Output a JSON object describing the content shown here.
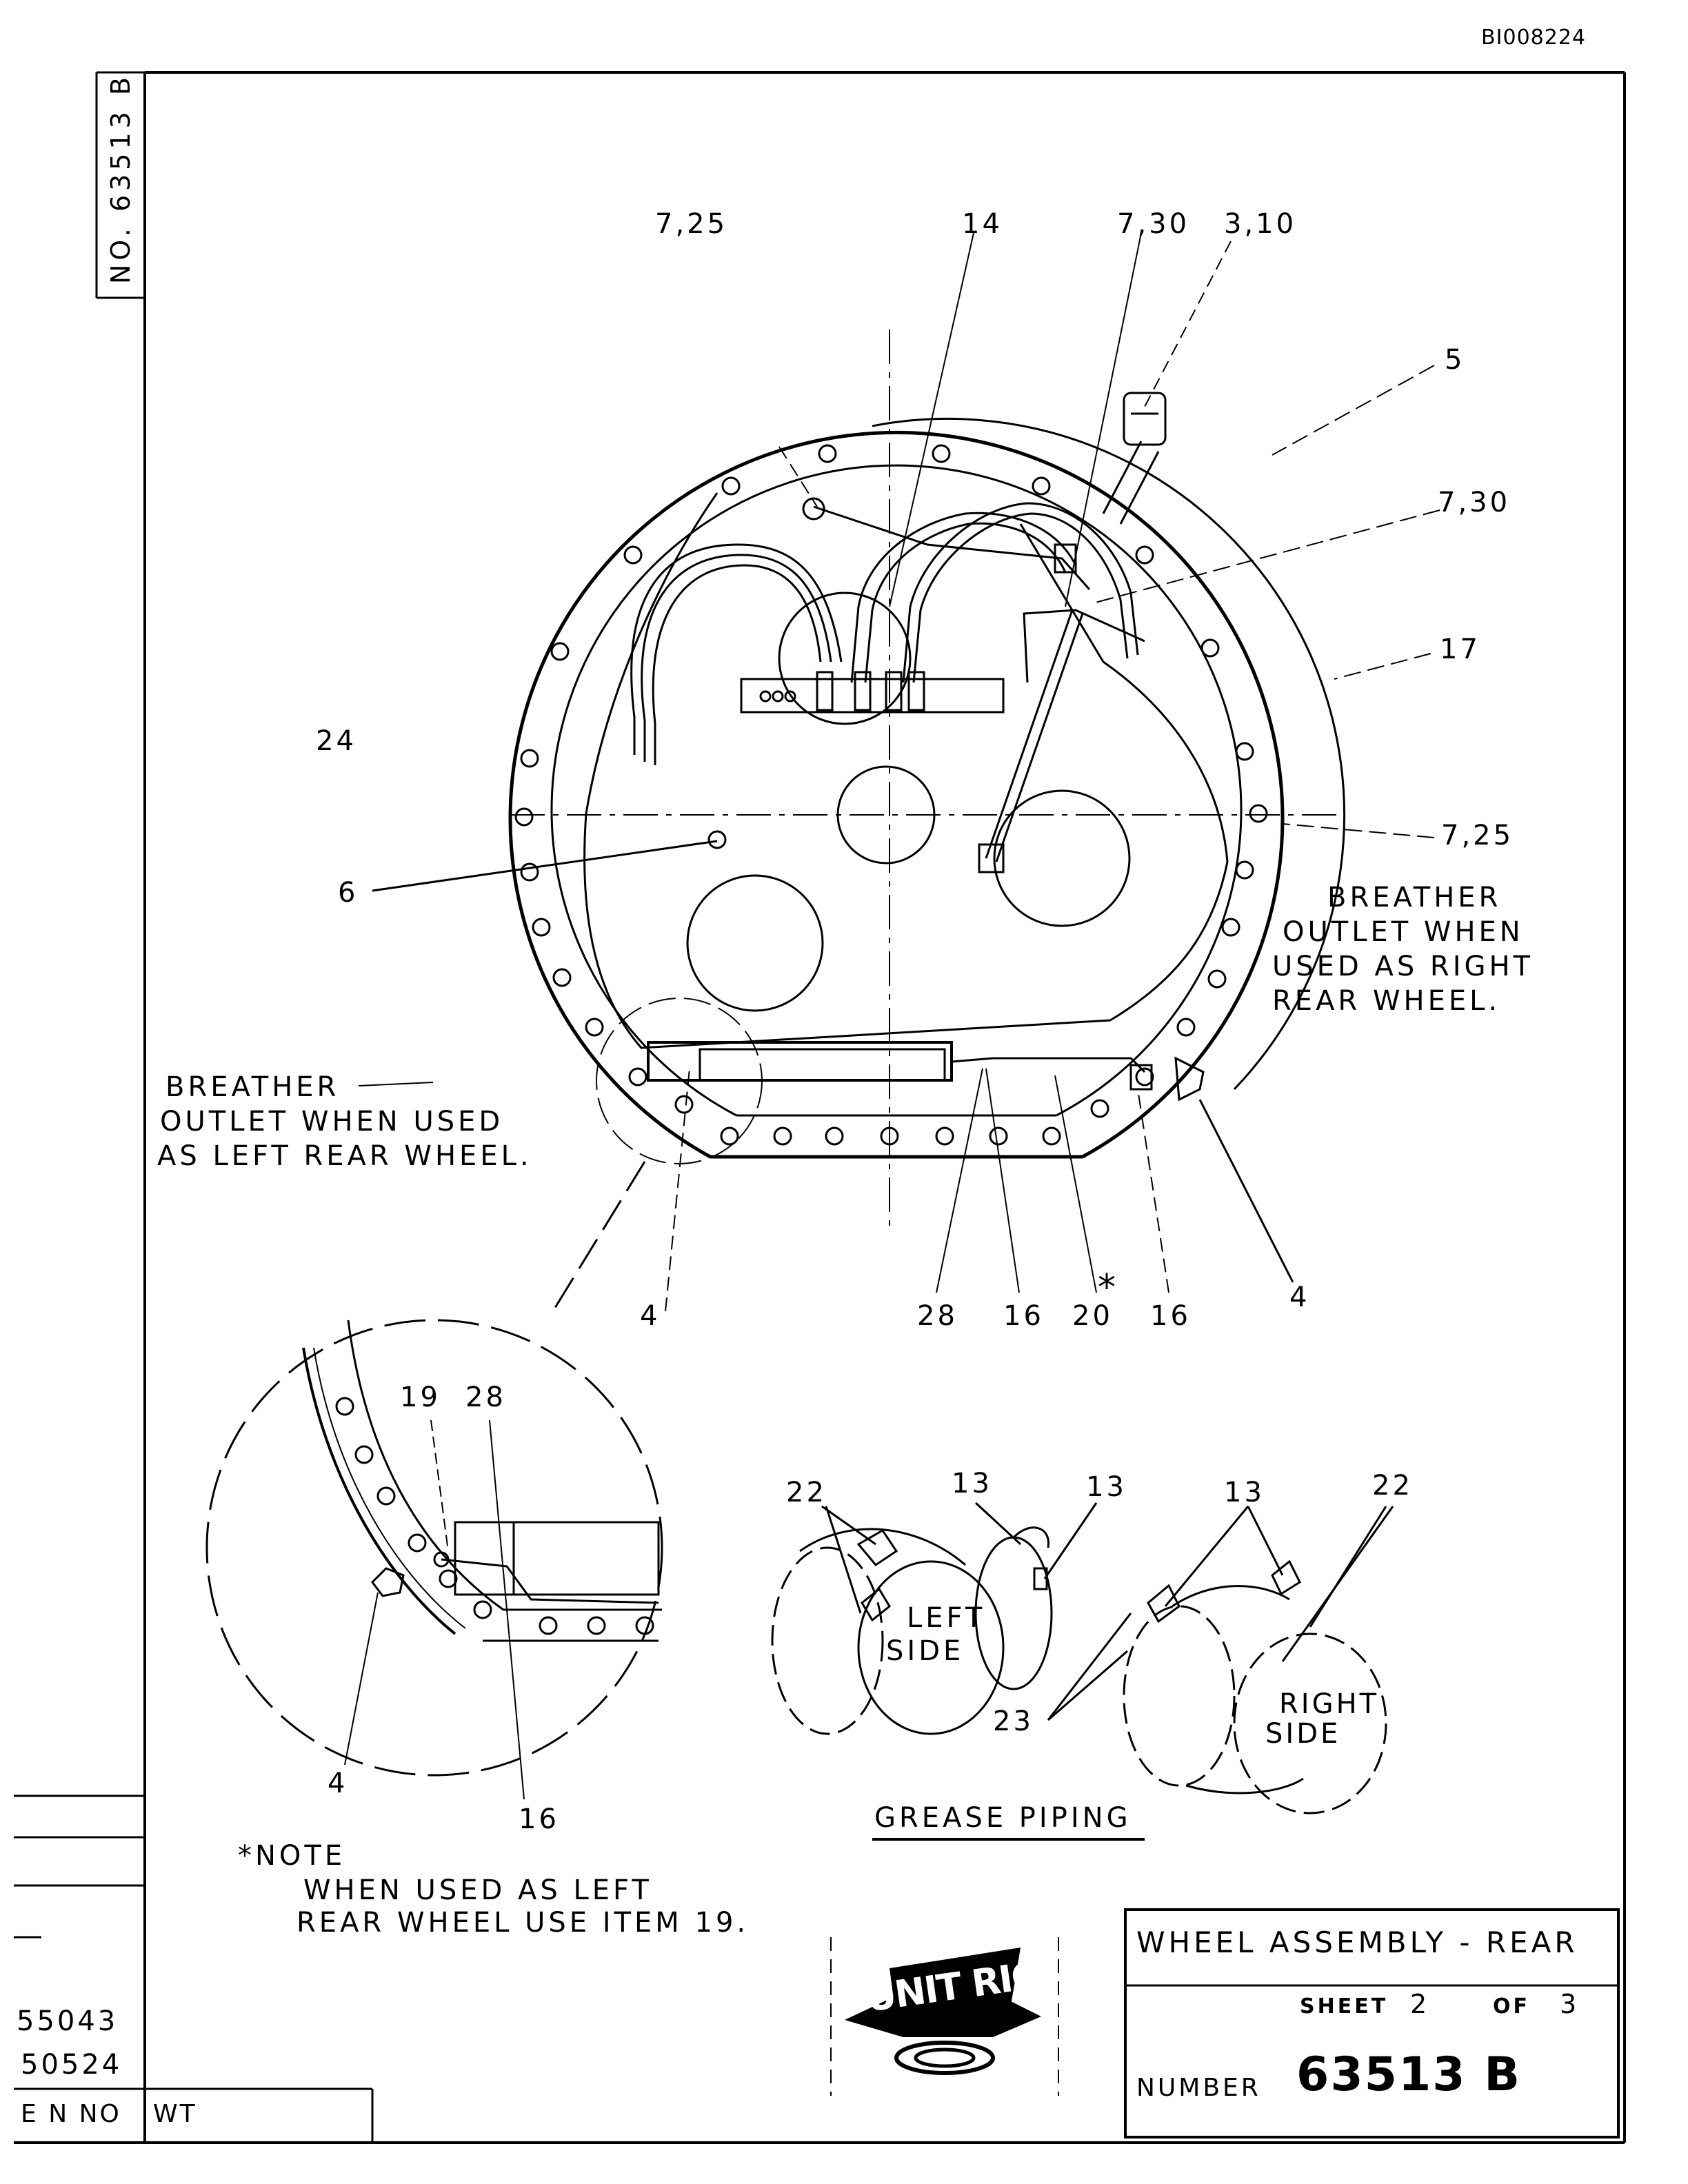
{
  "doc_code": "BI008224",
  "side_number": "NO. 63513 B",
  "callouts": {
    "c_7_25_top": "7,25",
    "c_14": "14",
    "c_7_30_top": "7,30",
    "c_3_10": "3,10",
    "c_5": "5",
    "c_7_30_right": "7,30",
    "c_17": "17",
    "c_24": "24",
    "c_7_25_right": "7,25",
    "c_6": "6",
    "c_4_bl": "4",
    "c_28": "28",
    "c_16_a": "16",
    "c_20": "20",
    "c_asterisk": "*",
    "c_16_b": "16",
    "c_4_br": "4"
  },
  "breather_right": [
    "BREATHER",
    "OUTLET WHEN",
    "USED AS RIGHT",
    "REAR WHEEL."
  ],
  "breather_left": [
    "BREATHER",
    "OUTLET WHEN USED",
    "AS LEFT REAR WHEEL."
  ],
  "detail_callouts": {
    "c_19": "19",
    "c_28": "28",
    "c_4": "4",
    "c_16": "16"
  },
  "grease": {
    "c_22_left": "22",
    "c_13_a": "13",
    "c_13_b": "13",
    "c_13_c": "13",
    "c_22_right": "22",
    "c_23": "23",
    "left_side": [
      "LEFT",
      "SIDE"
    ],
    "right_side": [
      "RIGHT",
      "SIDE"
    ],
    "caption": "GREASE PIPING"
  },
  "note": {
    "heading": "*NOTE",
    "line1": "WHEN USED AS LEFT",
    "line2": "REAR WHEEL USE ITEM 19."
  },
  "revisions": {
    "r1": "55043",
    "r2": "50524",
    "eno_label": "E N NO",
    "wt_label": "WT"
  },
  "logo_text": "UNIT RIG",
  "title_block": {
    "title": "WHEEL ASSEMBLY - REAR",
    "sheet_label": "SHEET",
    "sheet_number": "2",
    "of_label": "OF",
    "sheet_total": "3",
    "number_label": "NUMBER",
    "drawing_number": "63513 B"
  }
}
